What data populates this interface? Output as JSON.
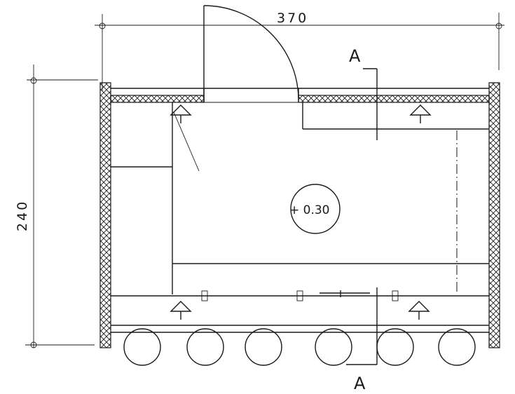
{
  "drawing": {
    "dimension_width": "370",
    "dimension_height": "240",
    "section_marker_top": "A",
    "section_marker_bottom": "A",
    "level_mark": "+ 0.30"
  },
  "symbols": {
    "support_count": 4,
    "column_circle_count": 6
  }
}
